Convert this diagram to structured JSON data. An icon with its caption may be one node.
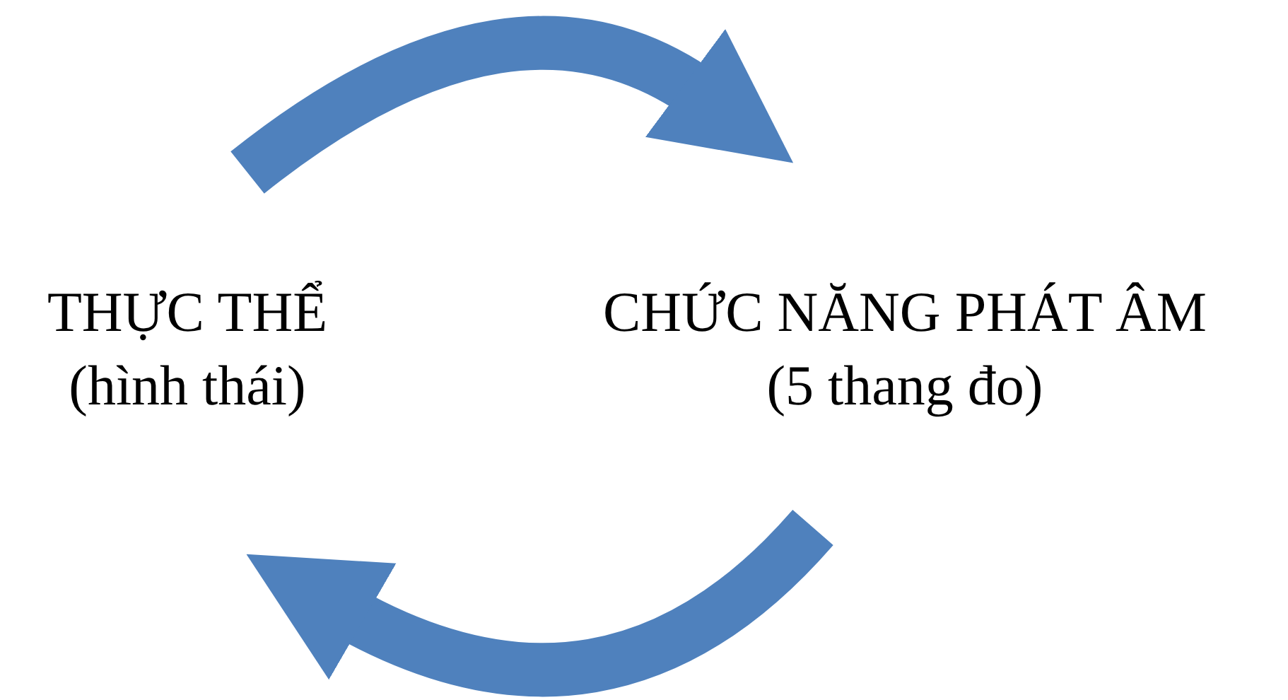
{
  "diagram": {
    "nodes": [
      {
        "text": [
          "THỰC THỂ",
          "(hình thái)"
        ]
      },
      {
        "text": [
          "CHỨC NĂNG PHÁT ÂM",
          "(5 thang đo)"
        ]
      }
    ],
    "edges": [
      {
        "from": 0,
        "to": 1,
        "arrow": "to"
      },
      {
        "from": 1,
        "to": 0,
        "arrow": "to"
      }
    ]
  }
}
